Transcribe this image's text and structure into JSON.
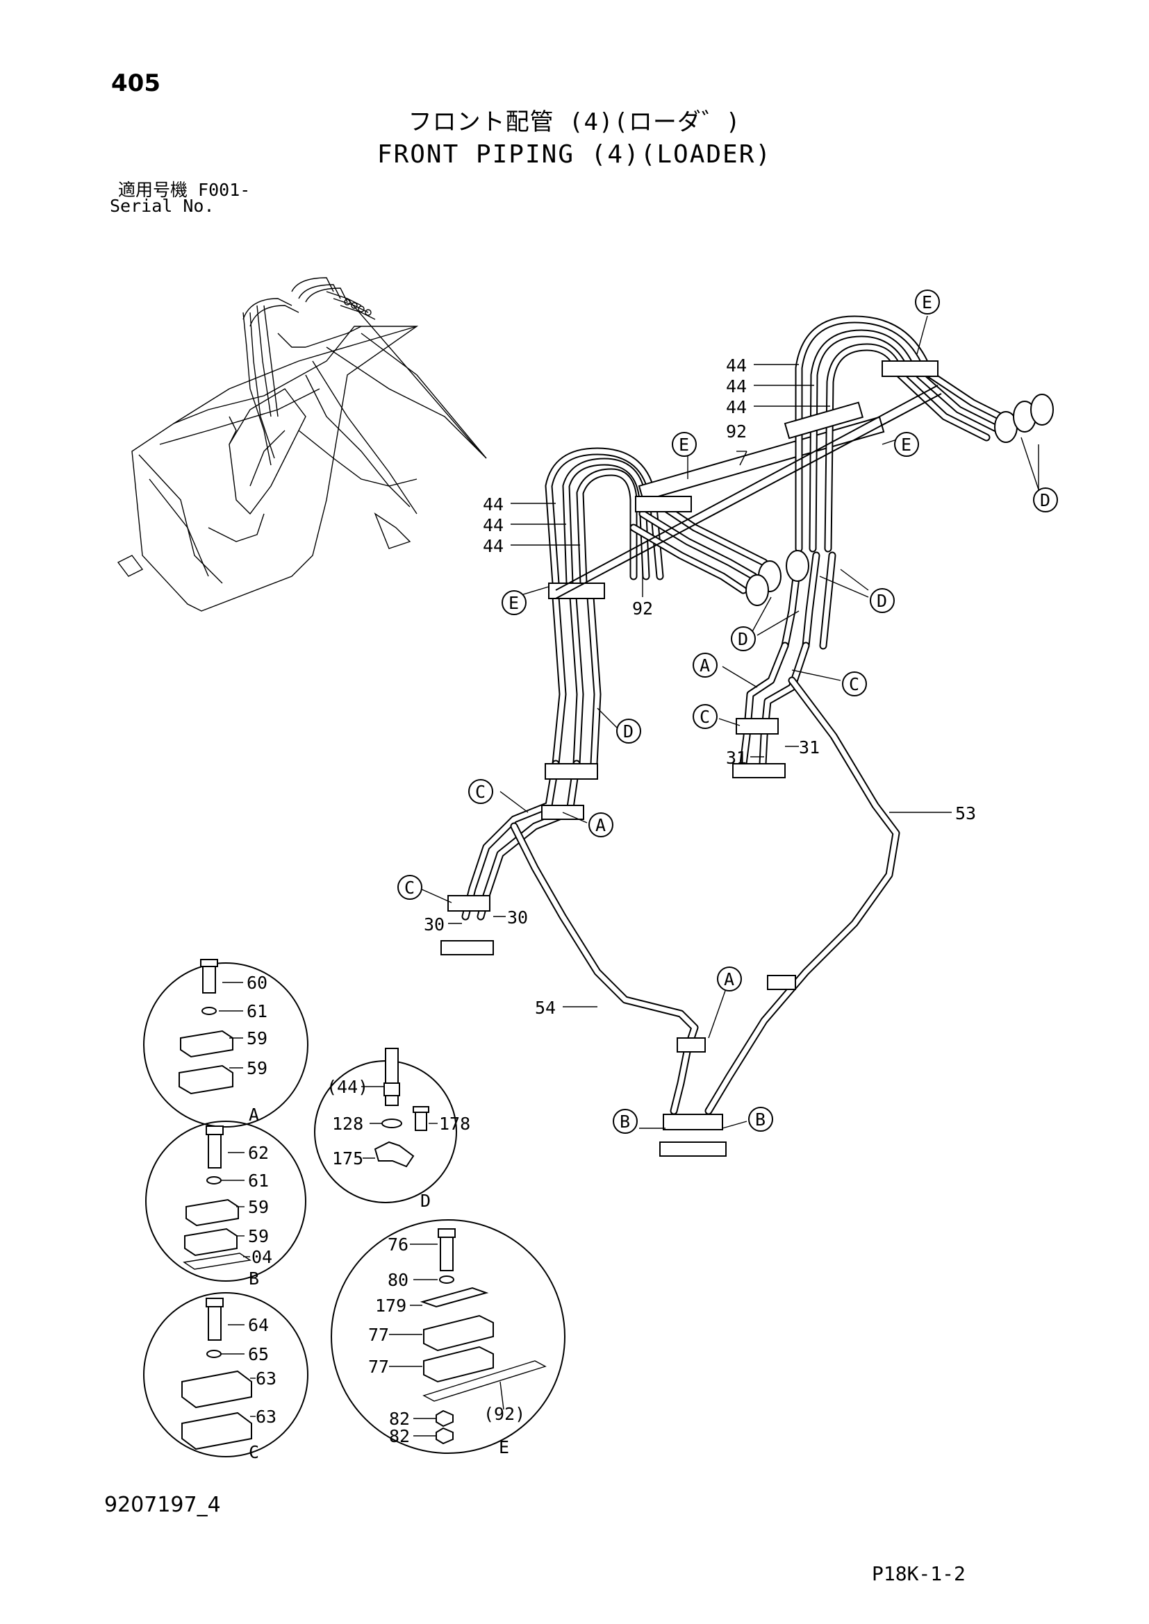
{
  "header": {
    "page_number": "405",
    "title_jp": "フロント配管 (4)(ローダ゛)",
    "title_en": "FRONT PIPING (4)(LOADER)",
    "serial_label_jp": "適用号機  F001-",
    "serial_label_en": "Serial No."
  },
  "callouts": {
    "p44": "44",
    "p92": "92",
    "p92b": "92",
    "p31": "31",
    "p30": "30",
    "p53": "53",
    "p54": "54",
    "A": "A",
    "B": "B",
    "C": "C",
    "D": "D",
    "E": "E"
  },
  "detail_A": {
    "label": "A",
    "parts": [
      "60",
      "61",
      "59",
      "59"
    ]
  },
  "detail_B": {
    "label": "B",
    "parts": [
      "62",
      "61",
      "59",
      "59",
      "04"
    ]
  },
  "detail_C": {
    "label": "C",
    "parts": [
      "64",
      "65",
      "63",
      "63"
    ]
  },
  "detail_D": {
    "label": "D",
    "parts": [
      "(44)",
      "128",
      "178",
      "175"
    ]
  },
  "detail_E": {
    "label": "E",
    "parts": [
      "76",
      "80",
      "179",
      "77",
      "77",
      "(92)",
      "82",
      "82"
    ]
  },
  "footer": {
    "doc_number": "9207197_4",
    "ref_code": "P18K-1-2"
  }
}
